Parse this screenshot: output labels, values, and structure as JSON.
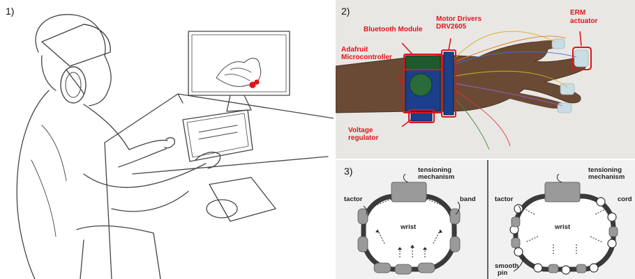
{
  "panel1": {
    "number": "1)"
  },
  "panel2": {
    "number": "2)",
    "labels": {
      "bluetooth": "Bluetooth Module",
      "motor_drivers_1": "Motor Drivers",
      "motor_drivers_2": "DRV2605",
      "adafruit_1": "Adafruit",
      "adafruit_2": "Microcontroller",
      "voltage_1": "Voltage",
      "voltage_2": "regulator",
      "erm_1": "ERM",
      "erm_2": "actuator"
    },
    "colors": {
      "annotation": "#e0141b"
    }
  },
  "panel3": {
    "number": "3)",
    "left": {
      "tension_1": "tensioning",
      "tension_2": "mechanism",
      "tactor": "tactor",
      "band": "band",
      "wrist": "wrist"
    },
    "right": {
      "tension_1": "tensioning",
      "tension_2": "mechanism",
      "tactor": "tactor",
      "cord": "cord",
      "wrist": "wrist",
      "smooth_1": "smooth",
      "smooth_2": "pin"
    }
  }
}
